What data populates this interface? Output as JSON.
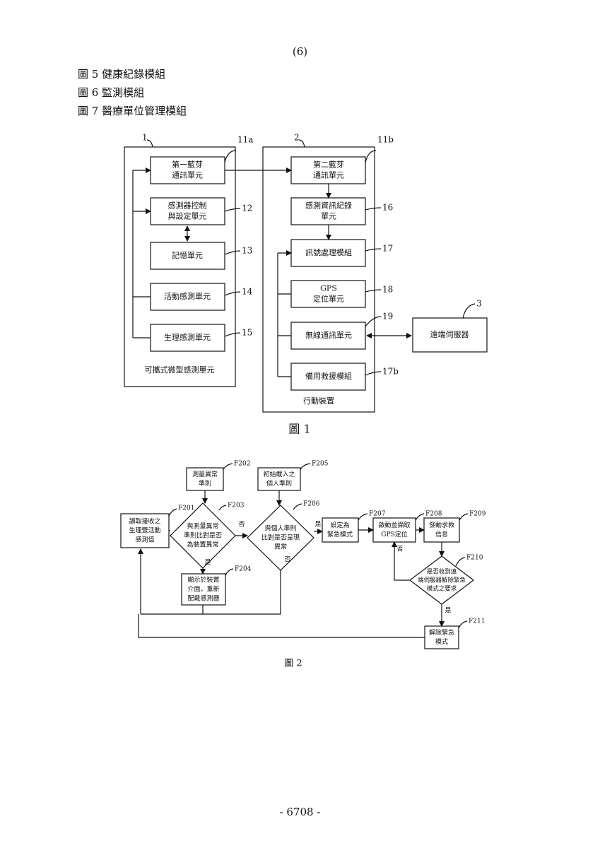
{
  "header": {
    "page_label": "(6)"
  },
  "figure_list": [
    "圖 5 健康紀錄模組",
    "圖 6 監測模組",
    "圖 7 醫療單位管理模組"
  ],
  "figure1": {
    "caption": "圖  1",
    "device_box": {
      "ref": "1",
      "label": "可攜式微型感測單元"
    },
    "mobile_box": {
      "ref": "2",
      "label": "行動裝置"
    },
    "server": {
      "ref": "3",
      "label": "遠端伺服器"
    },
    "left_units": [
      {
        "ref": "11a",
        "lines": [
          "第一藍芽",
          "通訊單元"
        ]
      },
      {
        "ref": "12",
        "lines": [
          "感測器控制",
          "與設定單元"
        ]
      },
      {
        "ref": "13",
        "lines": [
          "記憶單元"
        ]
      },
      {
        "ref": "14",
        "lines": [
          "活動感測單元"
        ]
      },
      {
        "ref": "15",
        "lines": [
          "生理感測單元"
        ]
      }
    ],
    "right_units": [
      {
        "ref": "11b",
        "lines": [
          "第二藍芽",
          "通訊單元"
        ]
      },
      {
        "ref": "16",
        "lines": [
          "感測資訊紀錄",
          "單元"
        ]
      },
      {
        "ref": "17",
        "lines": [
          "訊號處理模組"
        ]
      },
      {
        "ref": "18",
        "lines": [
          "GPS",
          "定位單元"
        ]
      },
      {
        "ref": "19",
        "lines": [
          "無線通訊單元"
        ]
      },
      {
        "ref": "17b",
        "lines": [
          "備用救援模組"
        ]
      }
    ]
  },
  "figure2": {
    "caption": "圖 2",
    "steps": {
      "F201": {
        "ref": "F201",
        "lines": [
          "讀取接收之",
          "生理暨活動",
          "感測值"
        ]
      },
      "F202": {
        "ref": "F202",
        "lines": [
          "測量異常",
          "準則"
        ]
      },
      "F203": {
        "ref": "F203",
        "lines": [
          "與測量異常",
          "準則比對是否",
          "為裝置異常"
        ]
      },
      "F204": {
        "ref": "F204",
        "lines": [
          "顯示於裝置",
          "介面，重新",
          "配戴感測器"
        ]
      },
      "F205": {
        "ref": "F205",
        "lines": [
          "初始載入之",
          "個人準則"
        ]
      },
      "F206": {
        "ref": "F206",
        "lines": [
          "與個人準則",
          "比對是否呈現",
          "異常"
        ]
      },
      "F207": {
        "ref": "F207",
        "lines": [
          "設定為",
          "緊急模式"
        ]
      },
      "F208": {
        "ref": "F208",
        "lines": [
          "啟動並擷取",
          "GPS定位"
        ]
      },
      "F209": {
        "ref": "F209",
        "lines": [
          "發動求救",
          "信息"
        ]
      },
      "F210": {
        "ref": "F210",
        "lines": [
          "是否收到遠",
          "端伺服器解除緊急",
          "模式之要求"
        ]
      },
      "F211": {
        "ref": "F211",
        "lines": [
          "解除緊急",
          "模式"
        ]
      }
    },
    "labels": {
      "yes": "是",
      "no": "否"
    }
  },
  "footer": {
    "page_number": "- 6708 -"
  }
}
